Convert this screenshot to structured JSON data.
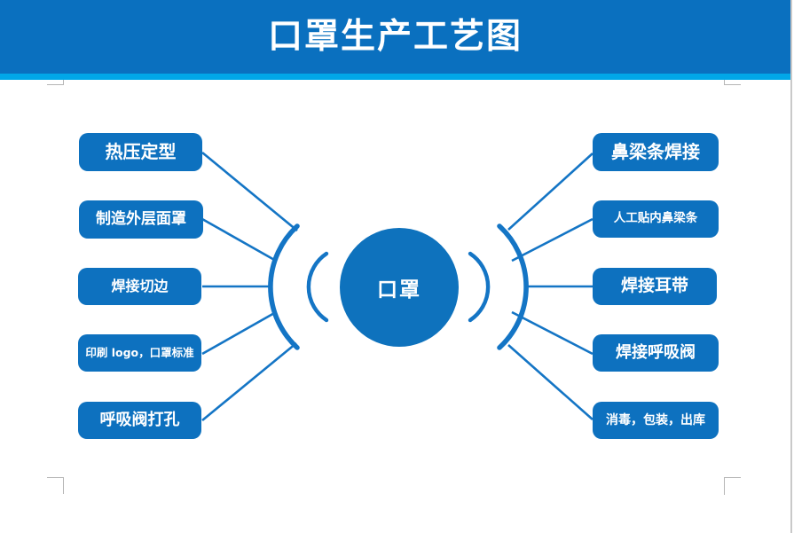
{
  "header": {
    "title": "口罩生产工艺图"
  },
  "diagram": {
    "center_label": "口罩",
    "left_steps": [
      {
        "label": "热压定型"
      },
      {
        "label": "制造外层面罩"
      },
      {
        "label": "焊接切边"
      },
      {
        "label": "印刷 logo，口罩标准"
      },
      {
        "label": "呼吸阀打孔"
      }
    ],
    "right_steps": [
      {
        "label": "鼻梁条焊接"
      },
      {
        "label": "人工贴内鼻梁条"
      },
      {
        "label": "焊接耳带"
      },
      {
        "label": "焊接呼吸阀"
      },
      {
        "label": "消毒，包装，出库"
      }
    ]
  },
  "colors": {
    "banner": "#0a70bf",
    "accent_strip": "#01a7e8",
    "node": "#0d71bf",
    "circle": "#0e72bd",
    "connector": "#1475c5",
    "mark": "#b5b5b5",
    "edge": "#c9c9c9"
  }
}
